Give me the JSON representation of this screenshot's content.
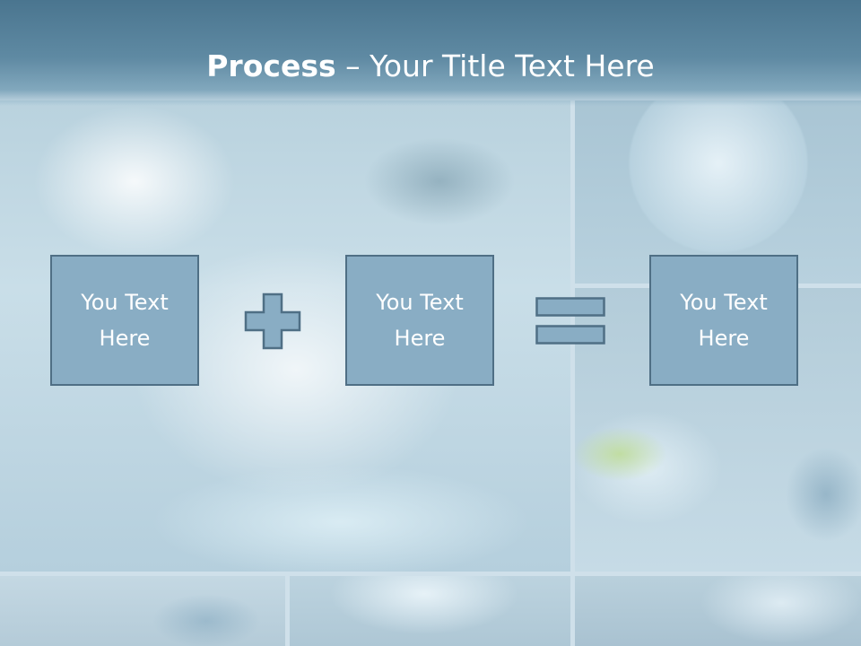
{
  "slide": {
    "title_bold": "Process",
    "title_rest": " – Your Title Text Here"
  },
  "process": {
    "boxes": [
      {
        "text": "You Text\nHere"
      },
      {
        "text": "You Text\nHere"
      },
      {
        "text": "You Text\nHere"
      }
    ],
    "operators": [
      "plus-icon",
      "equals-icon"
    ]
  },
  "colors": {
    "header": "#4a758f",
    "box_fill": "#89adc4",
    "box_border": "#4f6f85",
    "text": "#ffffff"
  }
}
